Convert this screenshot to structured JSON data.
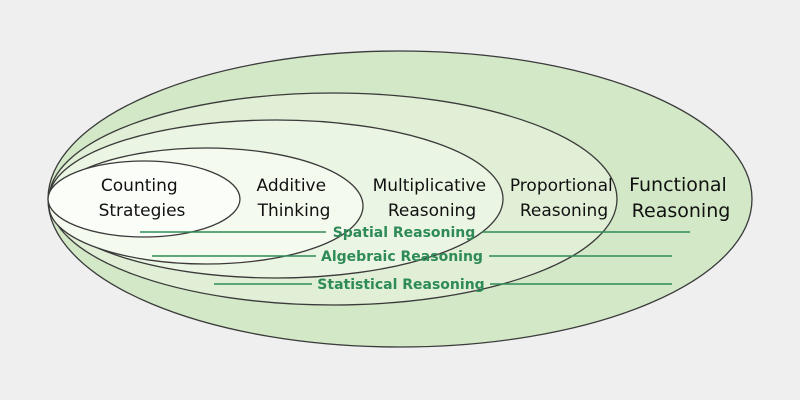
{
  "colors": {
    "background": "#efefef",
    "outline": "#3a3a3a",
    "strand": "#2e8b57"
  },
  "domains": [
    {
      "lines": [
        "Counting",
        "Strategies"
      ],
      "fill": "#fbfdf8"
    },
    {
      "lines": [
        "Additive",
        "Thinking"
      ],
      "fill": "#f5faef"
    },
    {
      "lines": [
        "Multiplicative",
        "Reasoning"
      ],
      "fill": "#ebf5e3"
    },
    {
      "lines": [
        "Proportional",
        "Reasoning"
      ],
      "fill": "#e0efd6"
    },
    {
      "lines": [
        "Functional",
        "Reasoning"
      ],
      "fill": "#d3e8c6"
    }
  ],
  "strands": [
    {
      "label": "Spatial Reasoning"
    },
    {
      "label": "Algebraic Reasoning"
    },
    {
      "label": "Statistical Reasoning"
    }
  ]
}
